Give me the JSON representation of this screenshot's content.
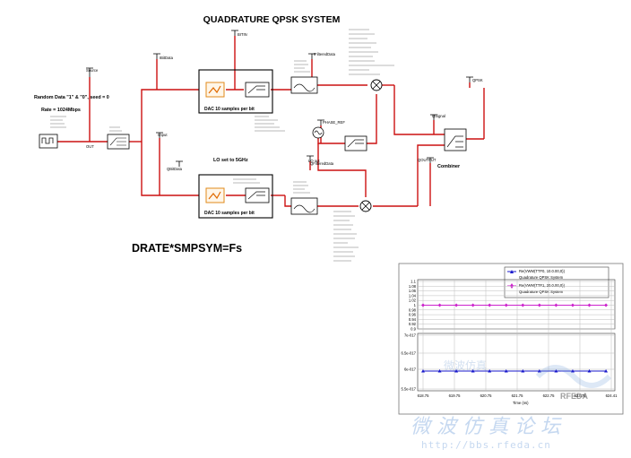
{
  "title": "QUADRATURE QPSK SYSTEM",
  "equation": "DRATE*SMPSYM=Fs",
  "notes": {
    "random_data": "Random Data \"1\" & \"0\",  seed = 0",
    "rate": "Rate = 1024Mbps",
    "lo": "LO set to 5GHz",
    "combiner": "Combiner",
    "dac_upper": "DAC 10 samples per bit",
    "dac_lower": "DAC 10 samples per bit"
  },
  "probes": {
    "p_bitin": "BITIN",
    "p_ibitdata": "IBitData",
    "p_source": "Source",
    "p_iinput": "IInput",
    "p_ifiltered": "IFilteredData",
    "p_phase_ref": "PHASE_REF",
    "p_lo_out": "LO out",
    "p_qsignal": "QSignal",
    "p_qoutput": "QOUTPUT",
    "p_qbitdata": "QBitData",
    "p_qfiltered": "QFilteredData",
    "p_qpsk": "QPSK",
    "p_out": "OUT"
  },
  "legend": {
    "entries": [
      {
        "series": "Re(VWM(TTF0, 10.0.00,0))",
        "source": "Quadrature QPSK System",
        "color": "#1a1acc"
      },
      {
        "series": "Re(VWM(TTF1, 20.0.00,0))",
        "source": "Quadrature QPSK System",
        "color": "#cc22cc"
      }
    ]
  },
  "plot": {
    "top_ticks": [
      "1.1",
      "1.08",
      "1.06",
      "1.04",
      "1.02",
      "1",
      "0.98",
      "0.96",
      "0.94",
      "0.92",
      "0.9"
    ],
    "bottom_ticks": [
      "7e-017",
      "6.5e-017",
      "6e-017",
      "5.5e-017"
    ],
    "x_ticks": [
      "618.75",
      "619.75",
      "620.75",
      "621.75",
      "622.75",
      "623.75",
      "624.41"
    ],
    "xlabel": "Time (ns)"
  },
  "watermark": {
    "cn": "微 波 仿 真 论 坛",
    "url": "http://bbs.rfeda.cn",
    "brand": "RFEDA"
  },
  "colors": {
    "wire": "#cc1111",
    "series1": "#1a1acc",
    "series2": "#cc22cc",
    "title": "#1a1a66"
  },
  "chart_data": {
    "type": "line",
    "title": "",
    "xlabel": "Time (ns)",
    "ylabel": "",
    "x": [
      618.75,
      619.25,
      619.75,
      620.25,
      620.75,
      621.25,
      621.75,
      622.25,
      622.75,
      623.25,
      623.75,
      624.25
    ],
    "panels": [
      {
        "ylim": [
          0.9,
          1.1
        ],
        "series": [
          {
            "name": "Re(VWM(TTF1, 20.0.00,0))",
            "values": [
              1,
              1,
              1,
              1,
              1,
              1,
              1,
              1,
              1,
              1,
              1,
              1
            ]
          }
        ]
      },
      {
        "ylim": [
          5.5e-17,
          7e-17
        ],
        "series": [
          {
            "name": "Re(VWM(TTF0, 10.0.00,0))",
            "values": [
              6e-17,
              6e-17,
              6e-17,
              6e-17,
              6e-17,
              6e-17,
              6e-17,
              6e-17,
              6e-17,
              6e-17,
              6e-17,
              6e-17
            ]
          }
        ]
      }
    ]
  }
}
